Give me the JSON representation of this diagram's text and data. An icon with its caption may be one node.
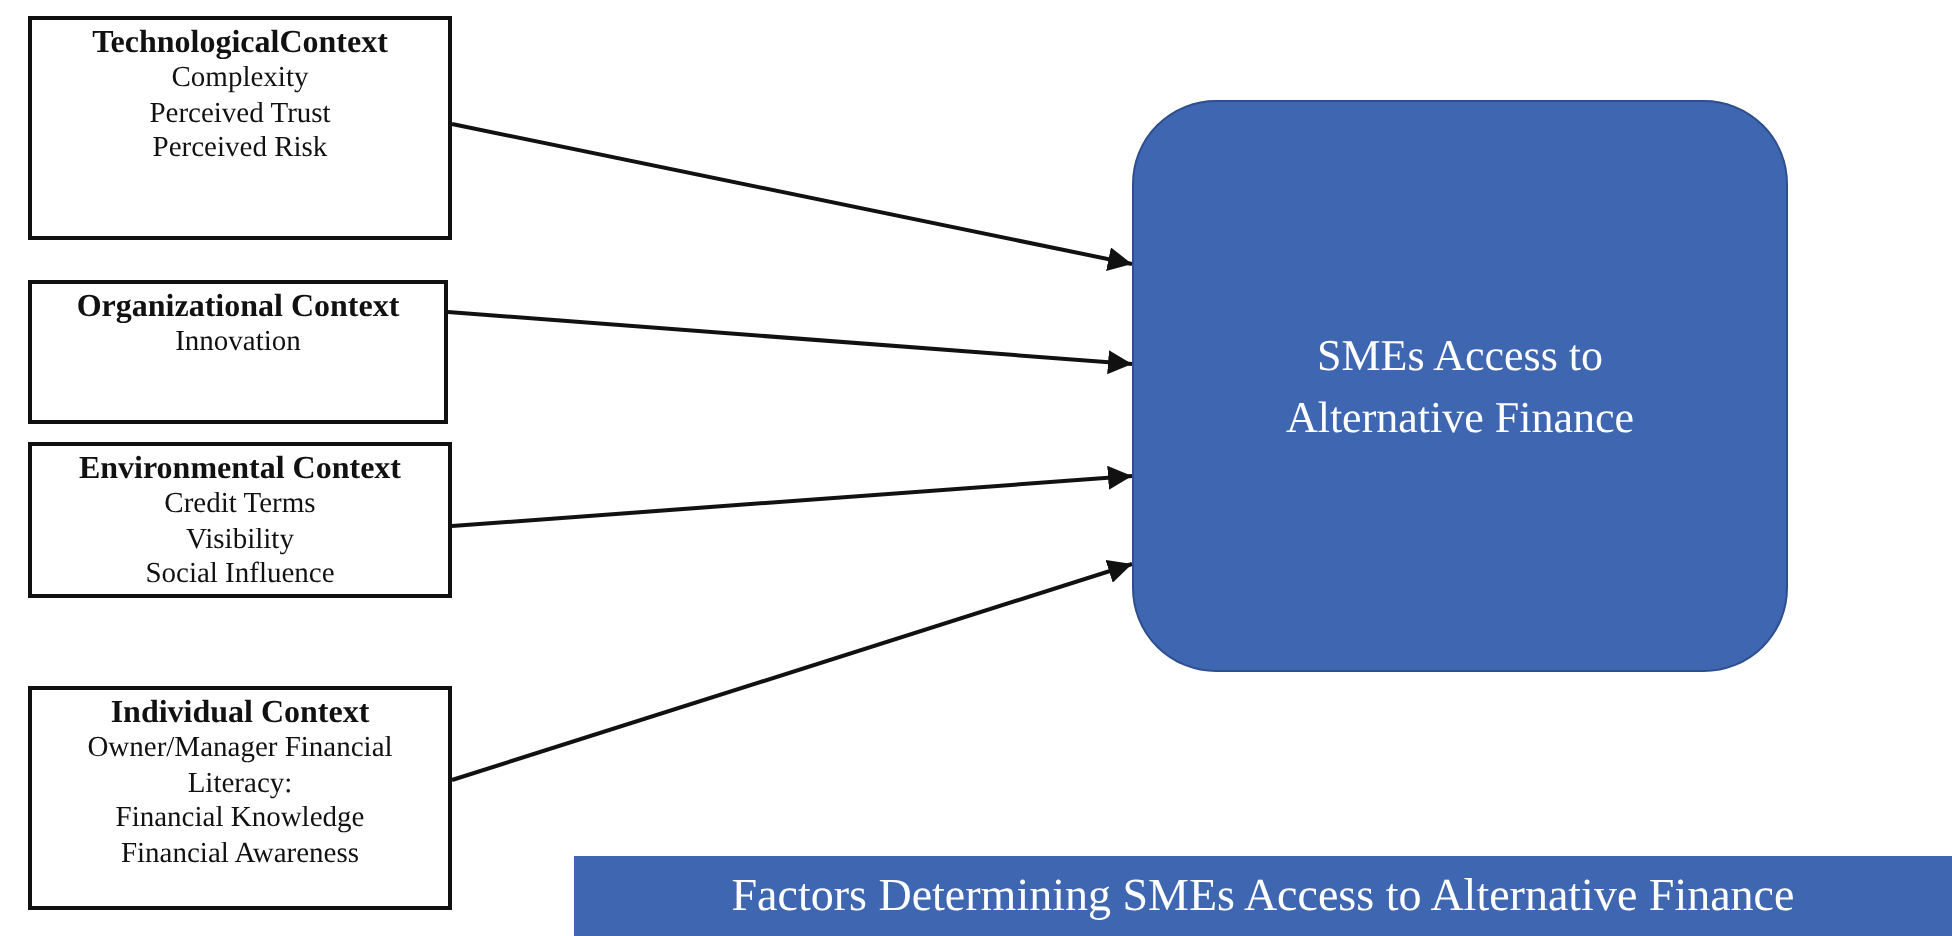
{
  "diagram": {
    "nodes": [
      {
        "text": [
          "TechnologicalContext",
          "Complexity",
          "Perceived Trust",
          "Perceived Risk"
        ]
      },
      {
        "text": [
          "Organizational Context",
          "Innovation"
        ]
      },
      {
        "text": [
          "Environmental Context",
          "Credit Terms",
          "Visibility",
          "Social Influence"
        ]
      },
      {
        "text": [
          "Individual Context",
          "Owner/Manager Financial Literacy:",
          "Financial Knowledge",
          "Financial Awareness"
        ]
      },
      {
        "text": [
          "SMEs Access to Alternative Finance"
        ]
      },
      {
        "text": [
          "Factors Determining SMEs Access to Alternative Finance"
        ]
      }
    ],
    "edges": [
      {
        "from": 0,
        "to": 4,
        "arrow": "to"
      },
      {
        "from": 1,
        "to": 4,
        "arrow": "to"
      },
      {
        "from": 2,
        "to": 4,
        "arrow": "to"
      },
      {
        "from": 3,
        "to": 4,
        "arrow": "to"
      }
    ]
  }
}
